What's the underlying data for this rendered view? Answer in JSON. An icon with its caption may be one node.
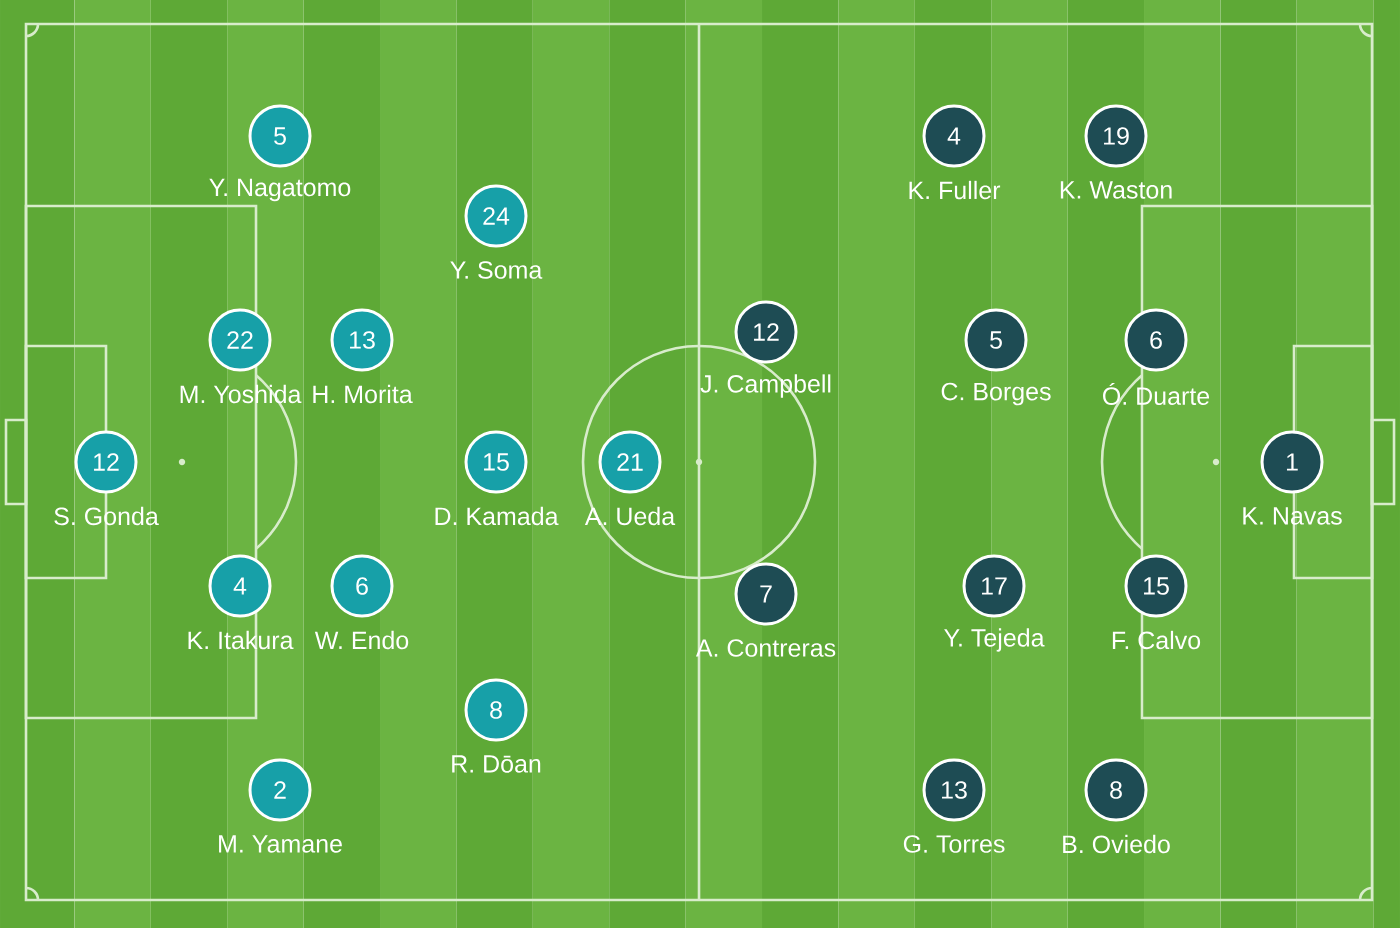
{
  "diagram": {
    "nodes": [
      {
        "text": [
          "5"
        ],
        "beside": [
          "Y. Nagatomo"
        ]
      },
      {
        "text": [
          "24"
        ],
        "beside": [
          "Y. Soma"
        ]
      },
      {
        "text": [
          "22"
        ],
        "beside": [
          "M. Yoshida"
        ]
      },
      {
        "text": [
          "13"
        ],
        "beside": [
          "H. Morita"
        ]
      },
      {
        "text": [
          "12"
        ],
        "beside": [
          "S. Gonda"
        ]
      },
      {
        "text": [
          "15"
        ],
        "beside": [
          "D. Kamada"
        ]
      },
      {
        "text": [
          "21"
        ],
        "beside": [
          "A. Ueda"
        ]
      },
      {
        "text": [
          "4"
        ],
        "beside": [
          "K. Itakura"
        ]
      },
      {
        "text": [
          "6"
        ],
        "beside": [
          "W. Endo"
        ]
      },
      {
        "text": [
          "8"
        ],
        "beside": [
          "R. Dōan"
        ]
      },
      {
        "text": [
          "2"
        ],
        "beside": [
          "M. Yamane"
        ]
      },
      {
        "text": [
          "4"
        ],
        "beside": [
          "K. Fuller"
        ]
      },
      {
        "text": [
          "19"
        ],
        "beside": [
          "K. Waston"
        ]
      },
      {
        "text": [
          "12"
        ],
        "beside": [
          "J. Campbell"
        ]
      },
      {
        "text": [
          "5"
        ],
        "beside": [
          "C. Borges"
        ]
      },
      {
        "text": [
          "6"
        ],
        "beside": [
          "Ó. Duarte"
        ]
      },
      {
        "text": [
          "1"
        ],
        "beside": [
          "K. Navas"
        ]
      },
      {
        "text": [
          "7"
        ],
        "beside": [
          "A. Contreras"
        ]
      },
      {
        "text": [
          "17"
        ],
        "beside": [
          "Y. Tejeda"
        ]
      },
      {
        "text": [
          "15"
        ],
        "beside": [
          "F. Calvo"
        ]
      },
      {
        "text": [
          "13"
        ],
        "beside": [
          "G. Torres"
        ]
      },
      {
        "text": [
          "8"
        ],
        "beside": [
          "B. Oviedo"
        ]
      }
    ]
  }
}
